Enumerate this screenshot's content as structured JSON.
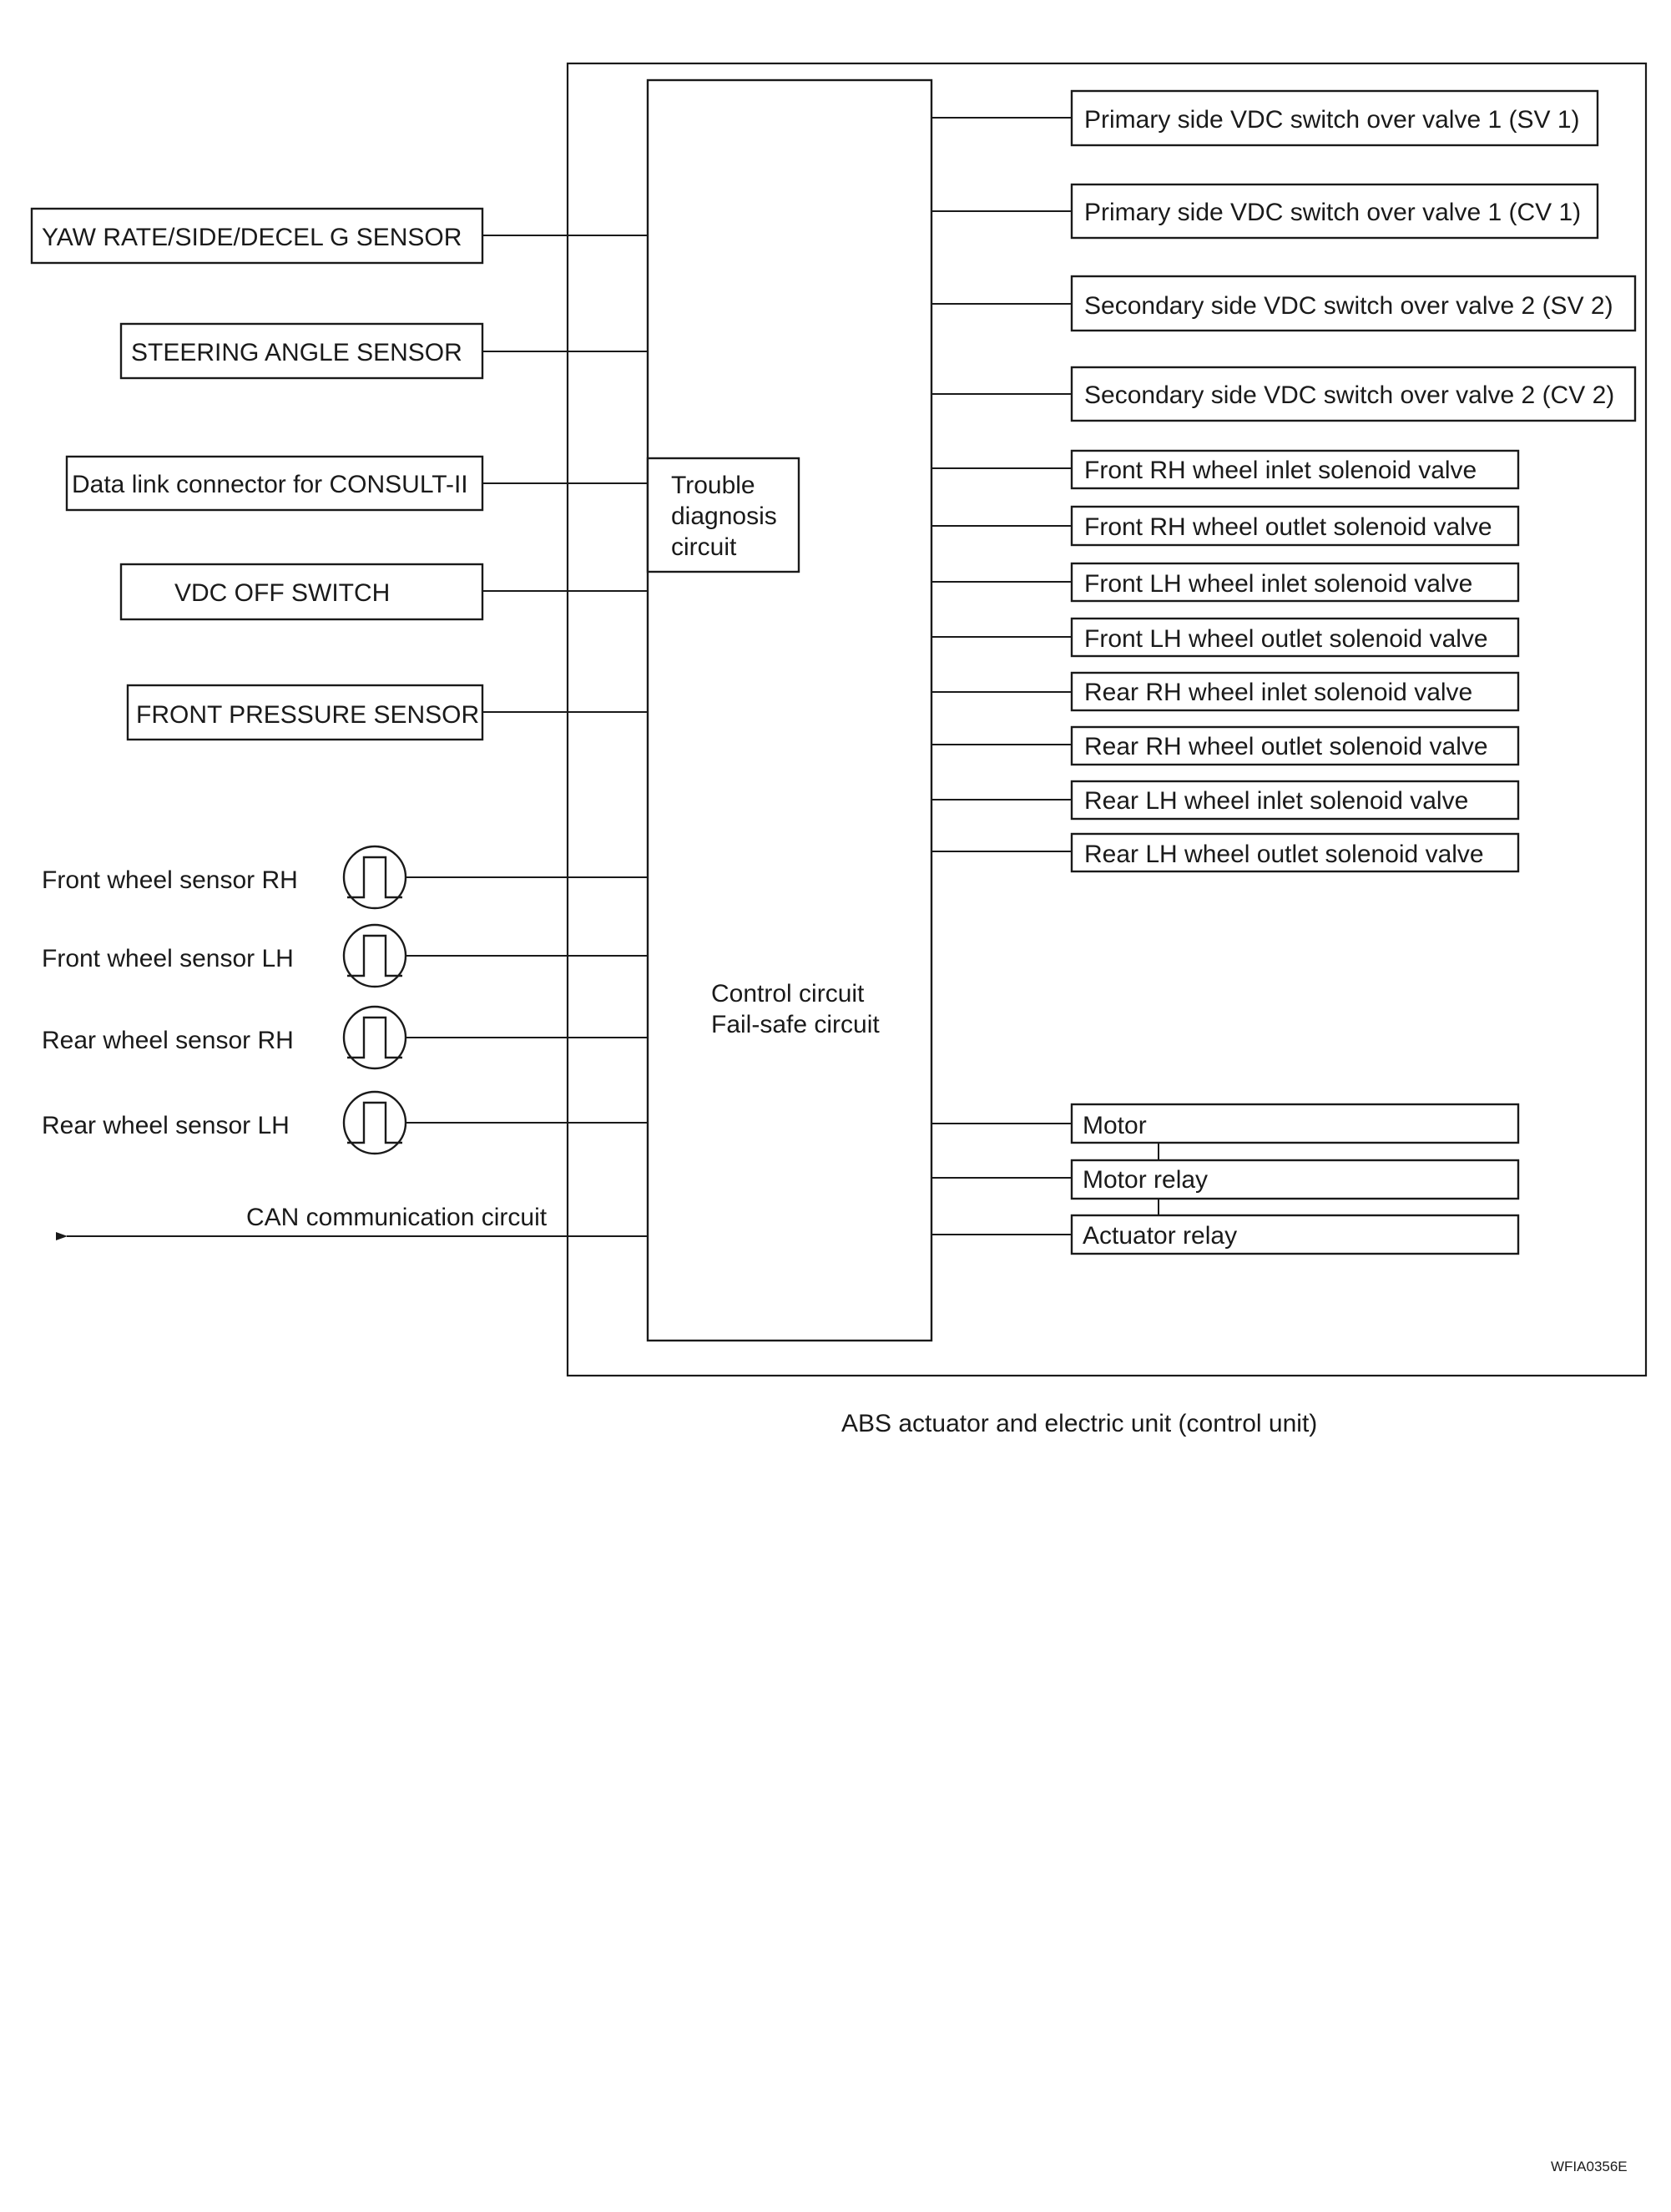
{
  "inputs": {
    "yaw_rate_sensor": "YAW RATE/SIDE/DECEL G SENSOR",
    "steering_angle_sensor": "STEERING ANGLE SENSOR",
    "data_link_connector": "Data link connector for CONSULT-II",
    "vdc_off_switch": "VDC OFF SWITCH",
    "front_pressure_sensor": "FRONT PRESSURE SENSOR"
  },
  "wheel_sensors": [
    "Front  wheel sensor RH",
    "Front wheel sensor  LH",
    "Rear  wheel sensor RH",
    "Rear wheel sensor  LH"
  ],
  "can_label": "CAN communication circuit",
  "control_unit": {
    "trouble_diagnosis": [
      "Trouble",
      "diagnosis",
      "circuit"
    ],
    "control_circuit": "Control circuit",
    "failsafe_circuit": "Fail-safe circuit",
    "caption": "ABS actuator and electric unit (control unit)"
  },
  "outputs": {
    "switch_valves": [
      "Primary side VDC switch over valve 1 (SV 1)",
      "Primary side VDC switch over valve 1 (CV 1)",
      "Secondary side VDC switch over valve 2 (SV 2)",
      "Secondary side VDC switch over valve 2 (CV 2)"
    ],
    "solenoid_valves": [
      "Front RH wheel inlet solenoid valve",
      "Front RH wheel outlet solenoid valve",
      "Front LH wheel inlet solenoid valve",
      "Front LH wheel outlet solenoid valve",
      "Rear RH wheel inlet solenoid valve",
      "Rear RH wheel outlet solenoid valve",
      "Rear LH wheel inlet solenoid valve",
      "Rear LH wheel outlet solenoid valve"
    ],
    "motor": "Motor",
    "motor_relay": "Motor relay",
    "actuator_relay": "Actuator relay"
  },
  "figure_code": "WFIA0356E"
}
